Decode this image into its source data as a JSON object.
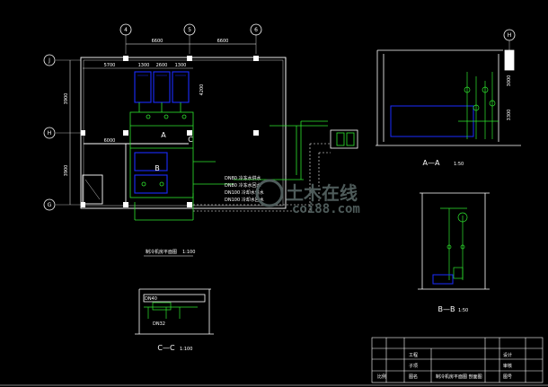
{
  "grid_axes": {
    "top": [
      "4",
      "5",
      "6"
    ],
    "left": [
      "J",
      "H",
      "G"
    ],
    "right_detail": "H"
  },
  "dimensions": {
    "top_total": [
      "6600",
      "6600"
    ],
    "top_sub": [
      "5700",
      "1300",
      "2600",
      "1300"
    ],
    "left": [
      "3900",
      "3900"
    ],
    "mid_left": "6000",
    "right_a": "3000",
    "right_b": "3300",
    "right_c": "4200"
  },
  "plan_labels": {
    "area_a": "A",
    "area_b": "B",
    "area_c": "C",
    "plan_title": "制冷机房平面图",
    "plan_scale": "1:100"
  },
  "pipe_notes": [
    "DN80 冷冻水供水",
    "DN80 冷冻水回水",
    "DN100 冷却水供水",
    "DN100 冷却水回水"
  ],
  "sections": {
    "aa_label": "A—A",
    "aa_scale": "1:50",
    "bb_label": "B—B",
    "bb_scale": "1:50",
    "cc_label": "C—C",
    "cc_scale": "1:100",
    "cc_notes": [
      "DN40",
      "DN32"
    ]
  },
  "title_block": {
    "rows": [
      "工程",
      "子项",
      "图名",
      "比例"
    ],
    "drawing_name": "制冷机房平面图 剖面图",
    "right_labels": [
      "设计",
      "审核",
      "图号"
    ]
  },
  "watermark": {
    "cn": "土木在线",
    "en": "coi88.com"
  },
  "colors": {
    "background": "#000000",
    "walls": "#ffffff",
    "equipment": "#1a2bff",
    "pipes": "#2ee62e",
    "dimension": "#ffffff"
  }
}
